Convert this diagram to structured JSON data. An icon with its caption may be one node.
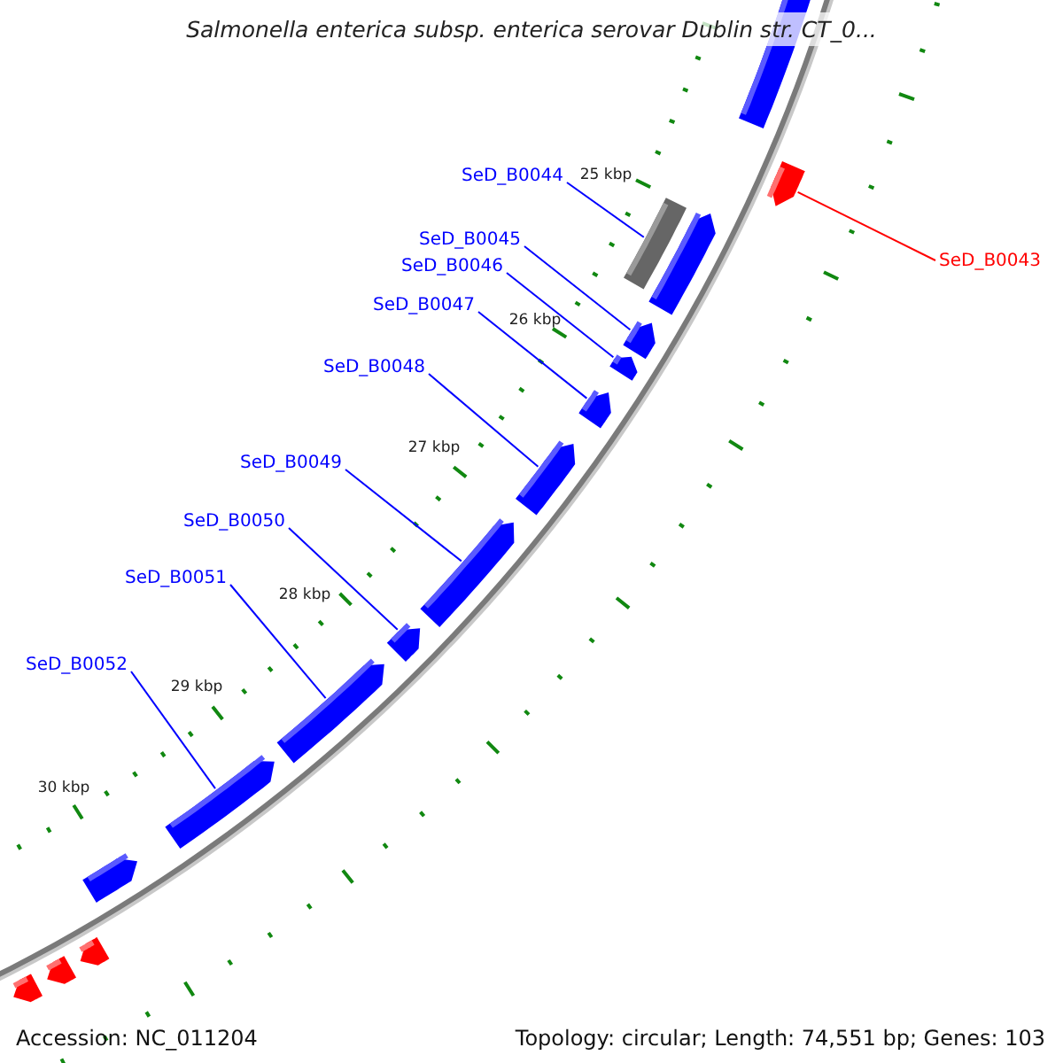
{
  "diagram": {
    "title": "Salmonella enterica subsp. enterica serovar Dublin str. CT_0...",
    "nodes": [
      {
        "text": [
          "SeD_B0043"
        ]
      },
      {
        "text": [
          "SeD_B0044"
        ]
      },
      {
        "text": [
          "SeD_B0045"
        ]
      },
      {
        "text": [
          "SeD_B0046"
        ]
      },
      {
        "text": [
          "SeD_B0047"
        ]
      },
      {
        "text": [
          "SeD_B0048"
        ]
      },
      {
        "text": [
          "SeD_B0049"
        ]
      },
      {
        "text": [
          "SeD_B0050"
        ]
      },
      {
        "text": [
          "SeD_B0051"
        ]
      },
      {
        "text": [
          "SeD_B0052"
        ]
      },
      {
        "text": [],
        "shape": "arrow"
      },
      {
        "text": [],
        "shape": "arrow"
      },
      {
        "text": [],
        "shape": "bar"
      },
      {
        "text": [],
        "shape": "arrow"
      },
      {
        "text": [],
        "shape": "arrow"
      },
      {
        "text": [],
        "shape": "arrow"
      },
      {
        "text": [],
        "shape": "arrow"
      },
      {
        "text": [],
        "shape": "arrow"
      },
      {
        "text": [],
        "shape": "arrow"
      },
      {
        "text": [],
        "shape": "arrow"
      },
      {
        "text": [],
        "shape": "arrow"
      },
      {
        "text": [],
        "shape": "arrow"
      },
      {
        "text": [],
        "shape": "arrow"
      },
      {
        "text": [],
        "shape": "arrow"
      },
      {
        "text": [],
        "shape": "arrow"
      },
      {
        "text": [],
        "shape": "arrow"
      }
    ],
    "edges": [
      {
        "from": 0,
        "to": 11,
        "arrow": "none",
        "color": "#ff0000"
      },
      {
        "from": 1,
        "to": 12,
        "arrow": "none"
      },
      {
        "from": 2,
        "to": 14,
        "arrow": "none"
      },
      {
        "from": 3,
        "to": 15,
        "arrow": "none"
      },
      {
        "from": 4,
        "to": 16,
        "arrow": "none"
      },
      {
        "from": 5,
        "to": 17,
        "arrow": "none"
      },
      {
        "from": 6,
        "to": 18,
        "arrow": "none"
      },
      {
        "from": 7,
        "to": 19,
        "arrow": "none"
      },
      {
        "from": 8,
        "to": 20,
        "arrow": "none"
      },
      {
        "from": 9,
        "to": 21,
        "arrow": "none"
      }
    ],
    "labels": [
      "25 kbp",
      "26 kbp",
      "27 kbp",
      "28 kbp",
      "29 kbp",
      "30 kbp",
      "Accession: NC_011204",
      "Topology: circular; Length: 74,551 bp; Genes: 103"
    ]
  }
}
